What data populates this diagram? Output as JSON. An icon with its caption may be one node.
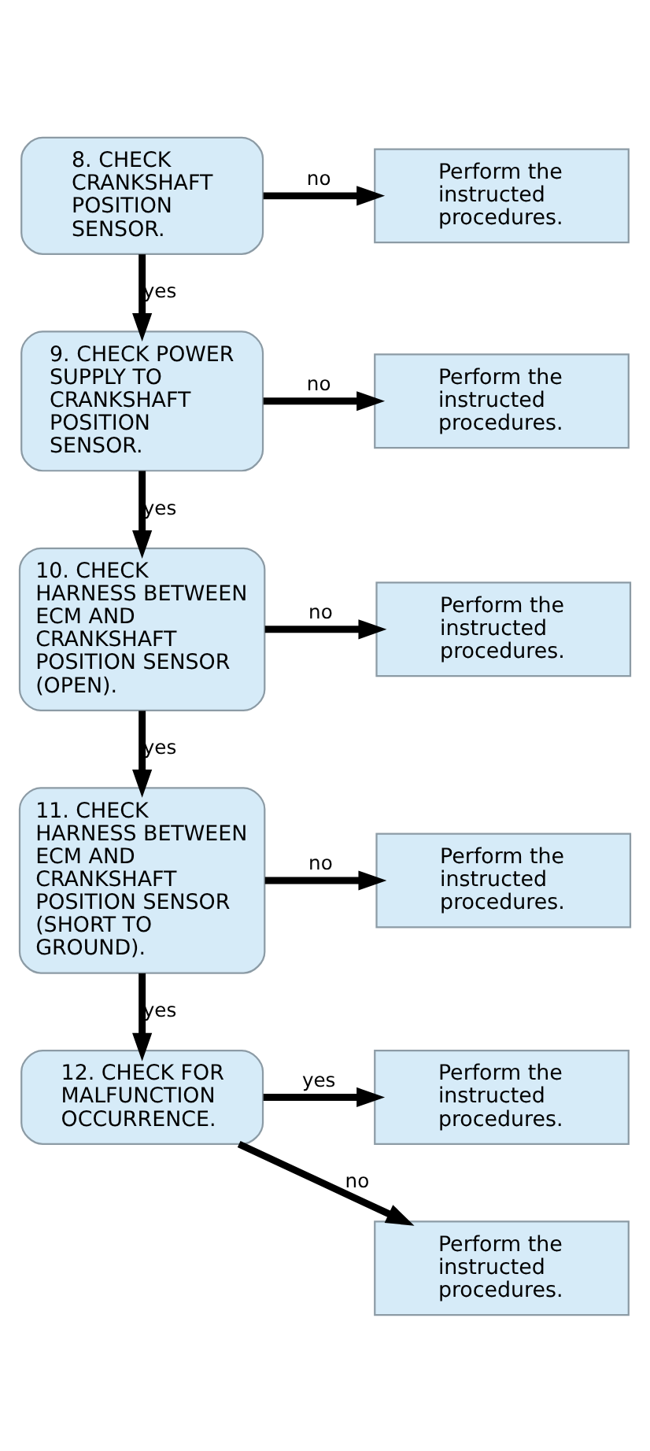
{
  "diagram": {
    "nodes": [
      {
        "text": [
          "8. CHECK CRANKSHAFT POSITION SENSOR."
        ]
      },
      {
        "text": [
          "Perform the instructed procedures."
        ]
      },
      {
        "text": [
          "9. CHECK POWER SUPPLY TO CRANKSHAFT POSITION SENSOR."
        ]
      },
      {
        "text": [
          "Perform the instructed procedures."
        ]
      },
      {
        "text": [
          "10. CHECK HARNESS BETWEEN ECM AND CRANKSHAFT POSITION SENSOR (OPEN)."
        ]
      },
      {
        "text": [
          "Perform the instructed procedures."
        ]
      },
      {
        "text": [
          "11. CHECK HARNESS BETWEEN ECM AND CRANKSHAFT POSITION SENSOR (SHORT TO GROUND)."
        ]
      },
      {
        "text": [
          "Perform the instructed procedures."
        ]
      },
      {
        "text": [
          "12. CHECK FOR MALFUNCTION OCCURRENCE."
        ]
      },
      {
        "text": [
          "Perform the instructed procedures."
        ]
      },
      {
        "text": [
          "Perform the instructed procedures."
        ]
      }
    ],
    "edges": [
      {
        "from": 0,
        "to": 1,
        "arrow": "to",
        "label": "no"
      },
      {
        "from": 0,
        "to": 2,
        "arrow": "to",
        "label": "yes"
      },
      {
        "from": 2,
        "to": 3,
        "arrow": "to",
        "label": "no"
      },
      {
        "from": 2,
        "to": 4,
        "arrow": "to",
        "label": "yes"
      },
      {
        "from": 4,
        "to": 5,
        "arrow": "to",
        "label": "no"
      },
      {
        "from": 4,
        "to": 6,
        "arrow": "to",
        "label": "yes"
      },
      {
        "from": 6,
        "to": 7,
        "arrow": "to",
        "label": "no"
      },
      {
        "from": 6,
        "to": 8,
        "arrow": "to",
        "label": "yes"
      },
      {
        "from": 8,
        "to": 9,
        "arrow": "to",
        "label": "yes"
      },
      {
        "from": 8,
        "to": 10,
        "arrow": "to",
        "label": "no"
      }
    ]
  }
}
